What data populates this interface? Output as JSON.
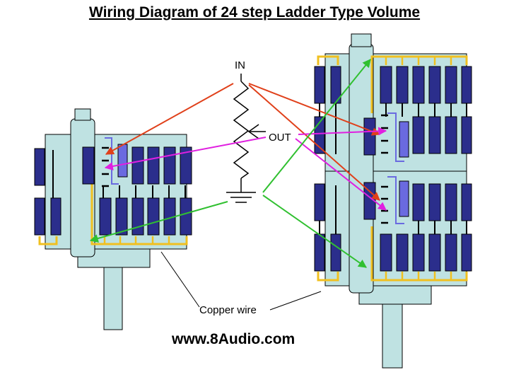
{
  "title": "Wiring Diagram of 24 step Ladder Type Volume",
  "labels": {
    "in": "IN",
    "out": "OUT",
    "copper_wire": "Copper wire"
  },
  "website": "www.8Audio.com",
  "colors": {
    "board": "#bfe2e2",
    "resistor": "#2b2e8c",
    "wire": "#f0c020",
    "in_arrow": "#e0401a",
    "out_arrow": "#e020e0",
    "ground_arrow": "#30c030"
  }
}
